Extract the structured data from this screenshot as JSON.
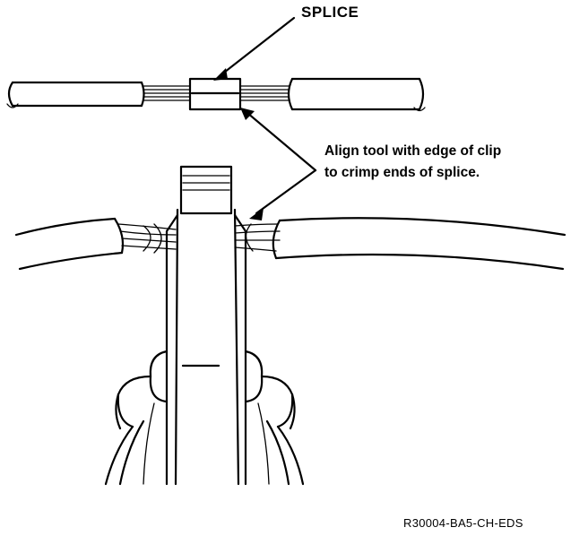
{
  "labels": {
    "splice": "SPLICE",
    "instruction_line1": "Align tool with edge of clip",
    "instruction_line2": "to crimp ends of splice.",
    "figure_id": "R30004-BA5-CH-EDS"
  },
  "colors": {
    "ink": "#000000",
    "paper": "#ffffff"
  }
}
